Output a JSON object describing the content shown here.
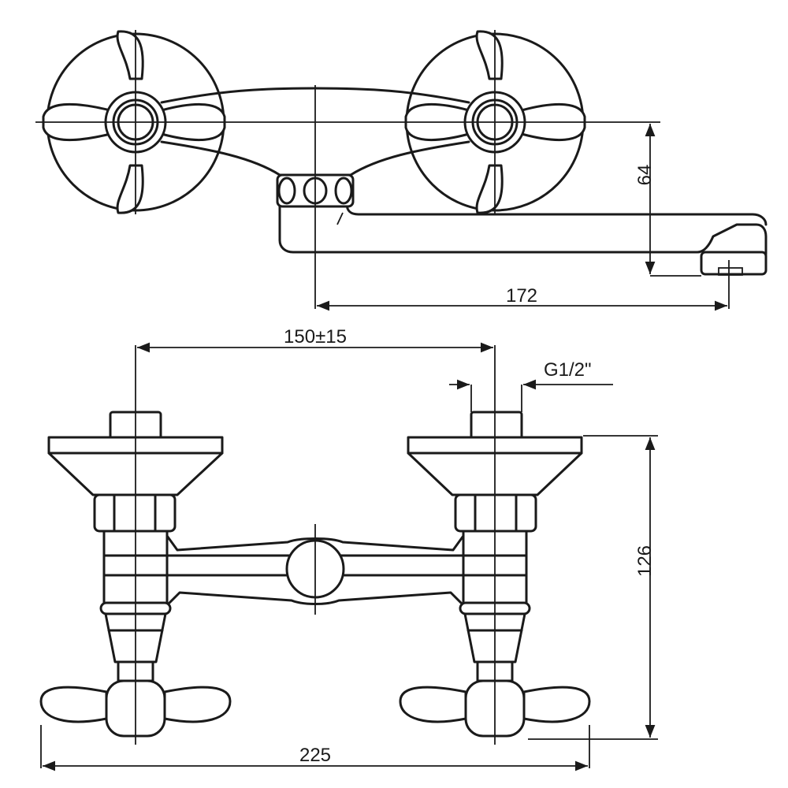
{
  "dimensions": {
    "top_height": "64",
    "top_length": "172",
    "spacing": "150±15",
    "thread": "G1/2\"",
    "front_height": "126",
    "overall_width": "225"
  },
  "colors": {
    "line": "#1a1a1a",
    "background": "#ffffff"
  }
}
